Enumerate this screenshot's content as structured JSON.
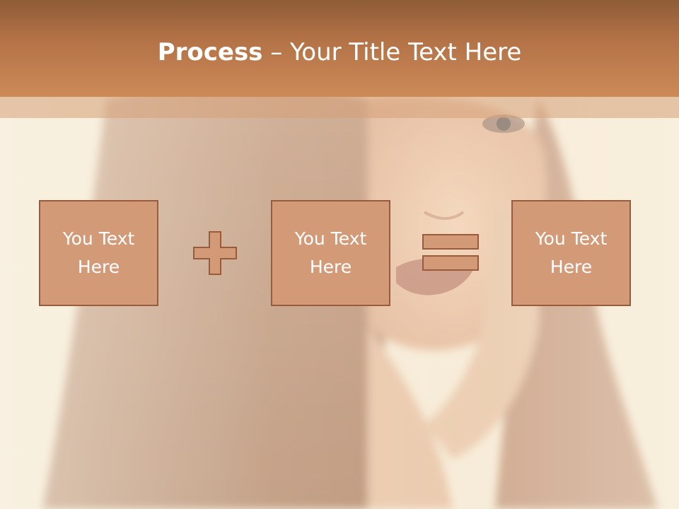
{
  "title": {
    "bold": "Process",
    "rest": " – Your Title Text Here"
  },
  "process": {
    "boxes": [
      {
        "label": "You Text Here"
      },
      {
        "label": "You Text Here"
      },
      {
        "label": "You Text Here"
      }
    ],
    "operators": [
      "plus-icon",
      "equals-icon"
    ]
  },
  "colors": {
    "title_bar": "#b37246",
    "box_fill": "#d39a78",
    "box_border": "#9a5a3c",
    "text": "#ffffff"
  }
}
